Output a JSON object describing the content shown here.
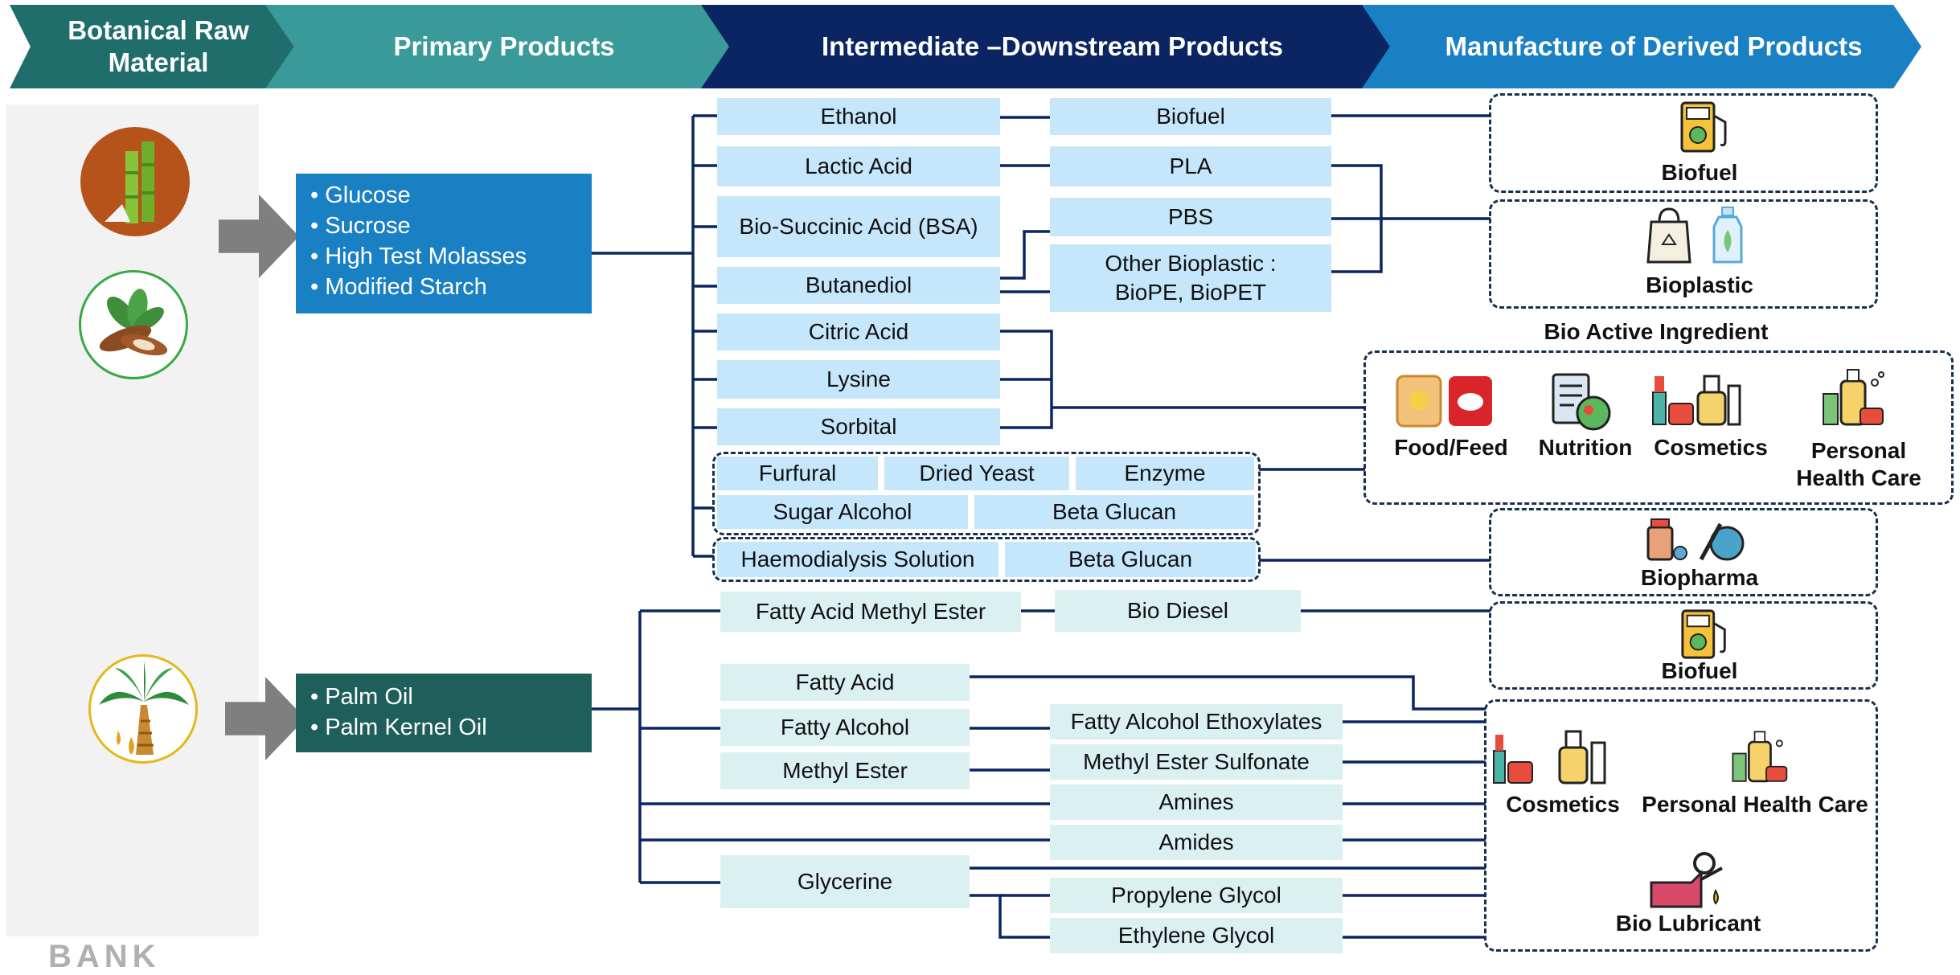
{
  "header": {
    "col1": "Botanical Raw Material",
    "col2": "Primary Products",
    "col3": "Intermediate –Downstream Products",
    "col4": "Manufacture of Derived Products"
  },
  "colors": {
    "chev1": "#1f6e6c",
    "chev2": "#3a9a99",
    "chev3": "#0b2563",
    "chev4": "#1a80c4",
    "line": "#0b2563",
    "prim_top": "#1a80c4",
    "prim_bottom": "#1f5f5b"
  },
  "primary": {
    "sugar": [
      "• Glucose",
      "• Sucrose",
      "• High Test Molasses",
      "• Modified Starch"
    ],
    "palm": [
      "• Palm Oil",
      "• Palm Kernel Oil"
    ]
  },
  "intermediate": {
    "ethanol": "Ethanol",
    "lactic": "Lactic Acid",
    "bsa": "Bio-Succinic Acid (BSA)",
    "butanediol": "Butanediol",
    "citric": "Citric Acid",
    "lysine": "Lysine",
    "sorbital": "Sorbital",
    "furfural": "Furfural",
    "dried_yeast": "Dried Yeast",
    "enzyme": "Enzyme",
    "sugar_alcohol": "Sugar Alcohol",
    "beta_glucan1": "Beta Glucan",
    "haemo": "Haemodialysis Solution",
    "beta_glucan2": "Beta Glucan",
    "biofuel": "Biofuel",
    "pla": "PLA",
    "pbs": "PBS",
    "other_bioplastic_1": "Other Bioplastic :",
    "other_bioplastic_2": "BioPE, BioPET",
    "fame": "Fatty Acid Methyl Ester",
    "bio_diesel": "Bio Diesel",
    "fatty_acid": "Fatty Acid",
    "fatty_alcohol": "Fatty Alcohol",
    "methyl_ester": "Methyl Ester",
    "glycerine": "Glycerine",
    "fae": "Fatty Alcohol Ethoxylates",
    "mes": "Methyl Ester Sulfonate",
    "amines": "Amines",
    "amides": "Amides",
    "propylene": "Propylene Glycol",
    "ethylene": "Ethylene Glycol"
  },
  "derived": {
    "biofuel1": "Biofuel",
    "bioplastic": "Bioplastic",
    "bio_active_title": "Bio Active Ingredient",
    "food_feed": "Food/Feed",
    "nutrition": "Nutrition",
    "cosmetics1": "Cosmetics",
    "personal1_a": "Personal",
    "personal1_b": "Health Care",
    "biopharma": "Biopharma",
    "biofuel2": "Biofuel",
    "cosmetics2": "Cosmetics",
    "personal2": "Personal Health Care",
    "bio_lubricant": "Bio Lubricant"
  },
  "footer": "BANK"
}
